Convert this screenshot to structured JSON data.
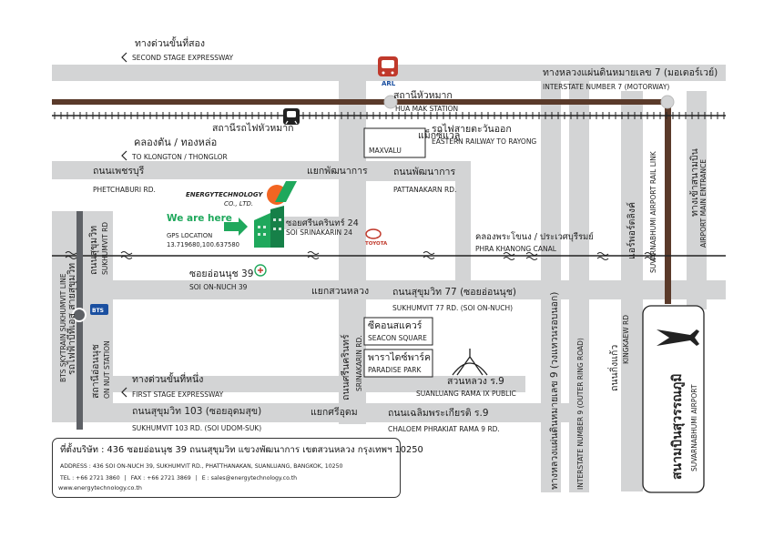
{
  "map": {
    "expressway2": {
      "th": "ทางด่วนขั้นที่สอง",
      "en": "SECOND STAGE EXPRESSWAY"
    },
    "motorway7": {
      "th": "ทางหลวงแผ่นดินหมายเลข 7 (มอเตอร์เวย์)",
      "en": "INTERSTATE NUMBER 7 (MOTORWAY)"
    },
    "arl_badge": "ARL",
    "huamak_station": {
      "th": "สถานีหัวหมาก",
      "en": "HUA MAK STATION"
    },
    "huamak_train": {
      "th": "สถานีรถไฟหัวหมาก"
    },
    "eastern_railway": {
      "th": "รถไฟสายตะวันออก",
      "en": "EASTERN RAILWAY TO RAYONG"
    },
    "maxvalu": {
      "th": "แม็กซ์แวลู",
      "en": "MAXVALU"
    },
    "klongton": {
      "th": "คลองตัน / ทองหล่อ",
      "en": "TO KLONGTON / THONGLOR"
    },
    "phetchaburi": {
      "th": "ถนนเพชรบุรี",
      "en": "PHETCHABURI RD."
    },
    "pattanakarn_junction": {
      "th": "แยกพัฒนาการ"
    },
    "pattanakarn": {
      "th": "ถนนพัฒนาการ",
      "en": "PATTANAKARN RD."
    },
    "company": {
      "name1": "ENERGYTECHNOLOGY",
      "name2": "CO., LTD."
    },
    "we_are_here": "We are here",
    "gps": {
      "label": "GPS LOCATION",
      "value": "13.719680,100.637580"
    },
    "srinakarin24": {
      "th": "ซอยศรีนครินทร์ 24",
      "en": "SOI SRINAKARIN 24"
    },
    "toyota": "TOYOTA",
    "phra_khanong": {
      "th": "คลองพระโขนง / ประเวศบุรีรมย์",
      "en": "PHRA KHANONG CANAL"
    },
    "sukhumvit_rd": {
      "th": "ถนนสุขุมวิท",
      "en": "SUKHUMVIT RD"
    },
    "onnuch39": {
      "th": "ซอยอ่อนนุช 39",
      "en": "SOI ON-NUCH 39"
    },
    "suanluang_junction": {
      "th": "แยกสวนหลวง"
    },
    "sukhumvit77": {
      "th": "ถนนสุขุมวิท 77 (ซอยอ่อนนุช)",
      "en": "SUKHUMVIT 77 RD. (SOI ON-NUCH)"
    },
    "bts_badge": "BTS",
    "bts_line": {
      "th": "รถไฟฟ้าบีทีเอส สายสุขุมวิท",
      "en": "BTS SKYTRAIN SUKHUMVIT LINE"
    },
    "onnut_station": {
      "th": "สถานีอ่อนนุช",
      "en": "ON NUT STATION"
    },
    "seacon": {
      "th": "ซีคอนสแควร์",
      "en": "SEACON SQUARE"
    },
    "paradise": {
      "th": "พาราไดซ์พาร์ค",
      "en": "PARADISE PARK"
    },
    "srinakarin_rd": {
      "th": "ถนนศรีนครินทร์",
      "en": "SRINAKARIN RD."
    },
    "rama9_park": {
      "th": "สวนหลวง ร.9",
      "en": "SUANLUANG RAMA IX PUBLIC"
    },
    "expressway1": {
      "th": "ทางด่วนขั้นที่หนึ่ง",
      "en": "FIRST STAGE EXPRESSWAY"
    },
    "sukhumvit103": {
      "th": "ถนนสุขุมวิท 103 (ซอยอุดมสุข)",
      "en": "SUKHUMVIT 103 RD. (SOI UDOM-SUK)"
    },
    "sriudom_junction": {
      "th": "แยกศรีอุดม"
    },
    "chaloem": {
      "th": "ถนนเฉลิมพระเกียรติ ร.9",
      "en": "CHALOEM PHRAKIAT RAMA 9 RD."
    },
    "outer_ring": {
      "th": "ทางหลวงแผ่นดินหมายเลข 9 (วงแหวนรอบนอก)",
      "en": "INTERSTATE NUMBER 9 (OUTER RING ROAD)"
    },
    "airport_link": {
      "th": "แอร์พอร์ตลิงค์",
      "en": "SUVARNABHUMI AIRPORT RAIL LINK"
    },
    "airport_entrance": {
      "th": "ทางเข้าสนามบิน",
      "en": "AIRPORT MAIN ENTRANCE"
    },
    "kingkaew": {
      "th": "ถนนกิ่งแก้ว",
      "en": "KINGKAEW RD"
    },
    "airport": {
      "th": "สนามบินสุวรรณภูมิ",
      "en": "SUVARNABHUMI AIRPORT"
    }
  },
  "contact": {
    "address_th": "ที่ตั้งบริษัท : 436 ซอยอ่อนนุช 39 ถนนสุขุมวิท แขวงพัฒนาการ เขตสวนหลวง กรุงเทพฯ 10250",
    "address_en": "ADDRESS : 436 SOI ON-NUCH 39, SUKHUMVIT RD., PHATTHANAKAN, SUANLUANG, BANGKOK, 10250",
    "tel": "TEL : +66 2721 3860",
    "fax": "FAX : +66 2721 3869",
    "email": "E : sales@energytechnology.co.th",
    "website": "www.energytechnology.co.th"
  },
  "colors": {
    "road": "#d3d4d5",
    "railway": "#5a3a2a",
    "company_green": "#1fa85c",
    "company_orange": "#f26522",
    "arrow": "#333333"
  }
}
